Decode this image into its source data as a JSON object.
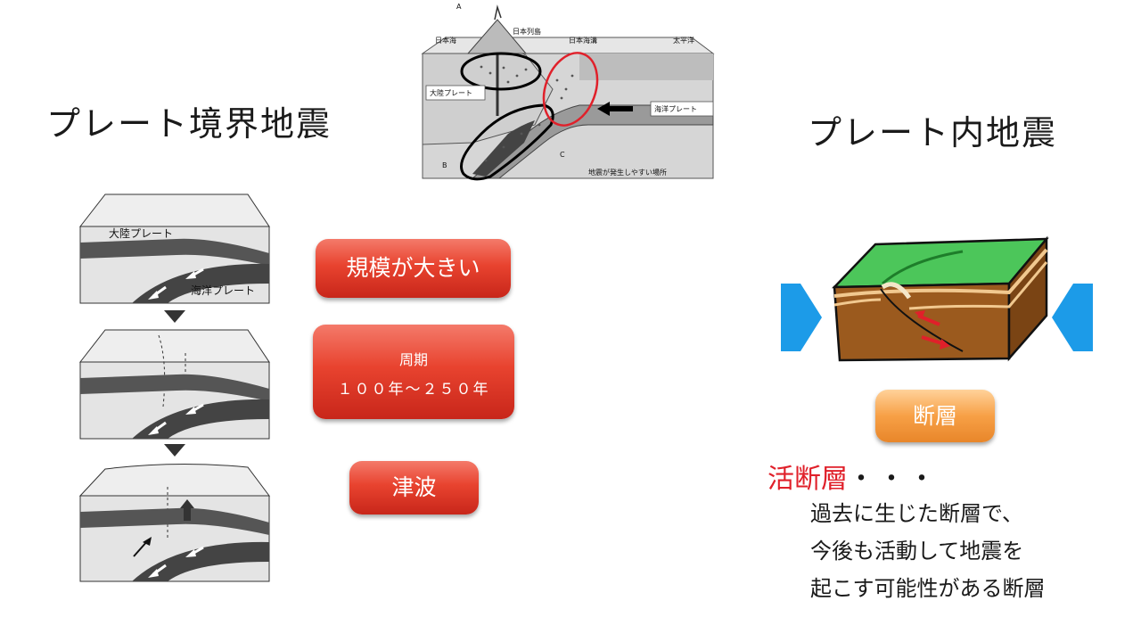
{
  "titles": {
    "left": "プレート境界地震",
    "right": "プレート内地震"
  },
  "top_figure": {
    "label_a": "A",
    "label_b": "B",
    "label_c": "C",
    "japan_sea": "日本海",
    "japan_islands": "日本列島",
    "japan_trench": "日本海溝",
    "pacific": "太平洋",
    "continental_plate": "大陸プレート",
    "oceanic_plate": "海洋プレート",
    "legend": "地震が発生しやすい場所"
  },
  "left_figure": {
    "continental_plate": "大陸プレート",
    "oceanic_plate": "海洋プレート"
  },
  "badges": {
    "scale": "規模が大きい",
    "period_line1": "周期",
    "period_line2": "１００年〜２５０年",
    "tsunami": "津波",
    "fault": "断層"
  },
  "active_fault": {
    "term": "活断層",
    "dots": "・・・",
    "line1": "過去に生じた断層で、",
    "line2": "今後も活動して地震を",
    "line3": "起こす可能性がある断層"
  },
  "colors": {
    "badge_red": "#e8432f",
    "badge_orange": "#f7a046",
    "arrow_blue": "#1c9be8",
    "term_red": "#e0202a"
  }
}
